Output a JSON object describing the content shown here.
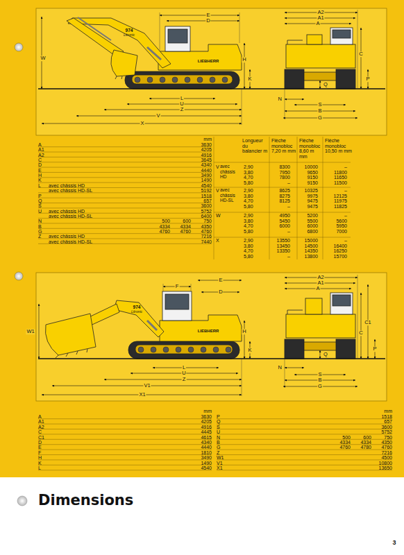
{
  "diagram": {
    "title": "Dimensions",
    "labels": [
      "W",
      "E",
      "D",
      "H",
      "K",
      "L",
      "U",
      "Z",
      "V",
      "X",
      "974",
      "Litronic",
      "LIEBHERR",
      "A2",
      "A1",
      "A",
      "C",
      "P",
      "Q",
      "N",
      "S",
      "B",
      "G",
      "mm",
      "A",
      "3630",
      "A1",
      "4205",
      "A2",
      "4916",
      "C",
      "3645",
      "D",
      "4340",
      "E",
      "4440",
      "H",
      "3490",
      "K",
      "1490",
      "L",
      "avec châssis HD",
      "4540",
      "avec châssis HD-SL",
      "5192",
      "P",
      "1518",
      "Q",
      "657",
      "S",
      "3600",
      "U",
      "avec châssis HD",
      "5752",
      "avec châssis HD-SL",
      "6400",
      "N",
      "500",
      "600",
      "750",
      "B",
      "4334",
      "4334",
      "4350",
      "G",
      "4760",
      "4760",
      "4760",
      "Z",
      "avec châssis HD",
      "7216",
      "avec châssis HD-SL",
      "7440",
      "Longueur du balancier m",
      "Flèche monobloc 7,20 m mm",
      "Flèche monobloc 8,60 m mm",
      "Flèche monobloc 10,50 m mm",
      "V",
      "avec châssis HD",
      "2,90",
      "8300",
      "10000",
      "–",
      "3,80",
      "7950",
      "9650",
      "11800",
      "4,70",
      "7800",
      "9150",
      "11650",
      "5,80",
      "–",
      "9150",
      "11500",
      "V",
      "avec châssis HD-SL",
      "2,90",
      "8625",
      "10325",
      "–",
      "3,80",
      "8275",
      "9975",
      "12125",
      "4,70",
      "8125",
      "9475",
      "11975",
      "5,80",
      "–",
      "9475",
      "11825",
      "W",
      "2,90",
      "4950",
      "5200",
      "–",
      "3,80",
      "5450",
      "5500",
      "5600",
      "4,70",
      "6000",
      "6000",
      "5950",
      "5,80",
      "–",
      "6800",
      "7000",
      "X",
      "2,90",
      "13550",
      "15000",
      "–",
      "3,80",
      "13450",
      "14500",
      "16400",
      "4,70",
      "13350",
      "14350",
      "16250",
      "5,80",
      "–",
      "13800",
      "15700",
      "W1",
      "F",
      "E",
      "D",
      "H",
      "K",
      "L",
      "U",
      "Z",
      "V1",
      "X1",
      "974",
      "Litronic",
      "LIEBHERR",
      "A2",
      "A1",
      "A",
      "C",
      "C1",
      "P",
      "Q",
      "N",
      "S",
      "B",
      "G",
      "mm",
      "A",
      "3630",
      "A1",
      "4205",
      "A2",
      "4916",
      "C",
      "4445",
      "C1",
      "4615",
      "D",
      "4340",
      "E",
      "4440",
      "F",
      "1810",
      "H",
      "3490",
      "K",
      "1490",
      "L",
      "4540",
      "mm",
      "P",
      "1518",
      "Q",
      "657",
      "S",
      "3600",
      "U",
      "5752",
      "N",
      "500",
      "600",
      "750",
      "B",
      "4334",
      "4334",
      "4350",
      "G",
      "4760",
      "4780",
      "4760",
      "Z",
      "7216",
      "W1",
      "4500",
      "V1",
      "10800",
      "X1",
      "13650",
      "3"
    ]
  }
}
